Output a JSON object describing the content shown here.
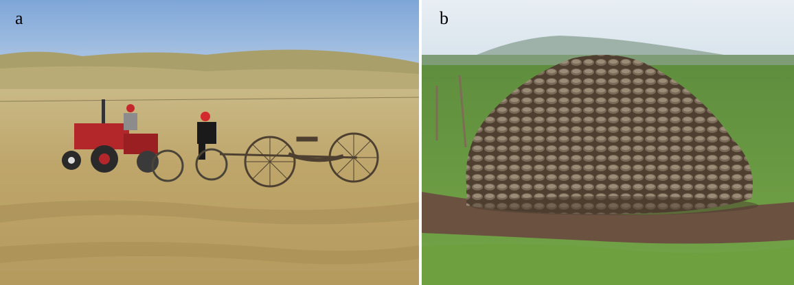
{
  "panels": [
    {
      "label": "a",
      "scene": "tractor-hay-rake-grassland"
    },
    {
      "label": "b",
      "scene": "dried-dung-pile-grassland"
    }
  ],
  "colors": {
    "sky": "#8fb4df",
    "dry_grass": "#c8b37a",
    "tractor_red": "#b3262a",
    "green_grass": "#6e9a3a",
    "dung_brown": "#5b4a3a"
  }
}
